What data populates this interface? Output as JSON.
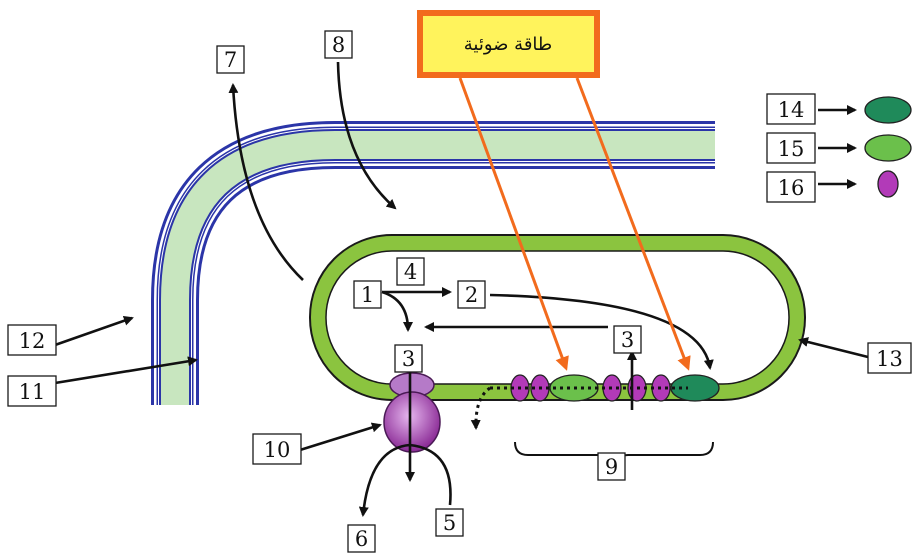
{
  "banner": {
    "text": "طاقة ضوئية",
    "bg": "#fff35c",
    "border": "#f26b1d"
  },
  "labels": {
    "l1": "1",
    "l2": "2",
    "l3a": "3",
    "l3b": "3",
    "l4": "4",
    "l5": "5",
    "l6": "6",
    "l7": "7",
    "l8": "8",
    "l9": "9",
    "l10": "10",
    "l11": "11",
    "l12": "12",
    "l13": "13",
    "l14": "14",
    "l15": "15",
    "l16": "16"
  },
  "colors": {
    "membrane_blue": "#2b35a8",
    "stroma_green": "#c8e6bf",
    "thylakoid_green": "#8bc43f",
    "dark_green": "#1f8a5a",
    "light_green": "#6bc04b",
    "purple": "#b23ab8",
    "orange": "#f26b1d"
  }
}
